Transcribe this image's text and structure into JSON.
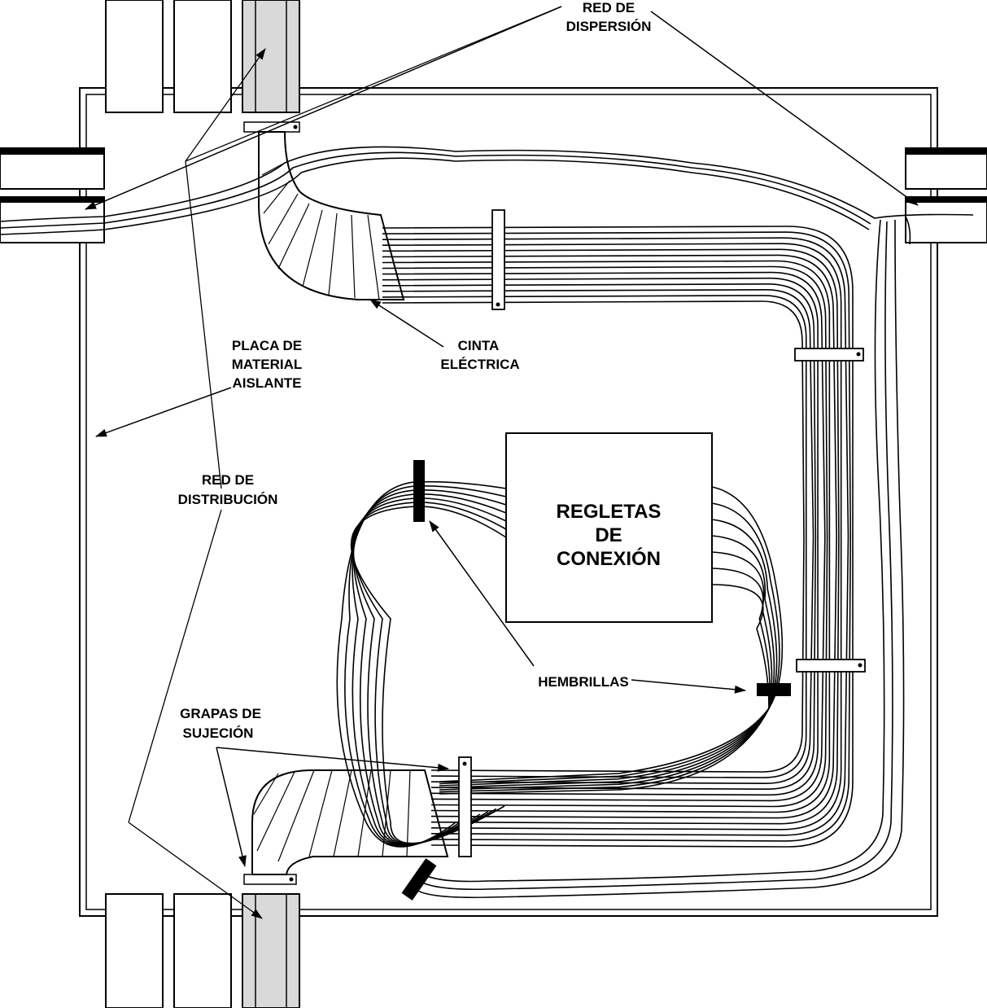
{
  "labels": {
    "red_dispersion": [
      "RED DE",
      "DISPERSIÓN"
    ],
    "cinta_electrica": [
      "CINTA",
      "ELÉCTRICA"
    ],
    "placa": [
      "PLACA DE",
      "MATERIAL",
      "AISLANTE"
    ],
    "red_distribucion": [
      "RED DE",
      "DISTRIBUCIÓN"
    ],
    "regletas": [
      "REGLETAS",
      "DE",
      "CONEXIÓN"
    ],
    "hembrillas": "HEMBRILLAS",
    "grapas": [
      "GRAPAS DE",
      "SUJECIÓN"
    ]
  }
}
